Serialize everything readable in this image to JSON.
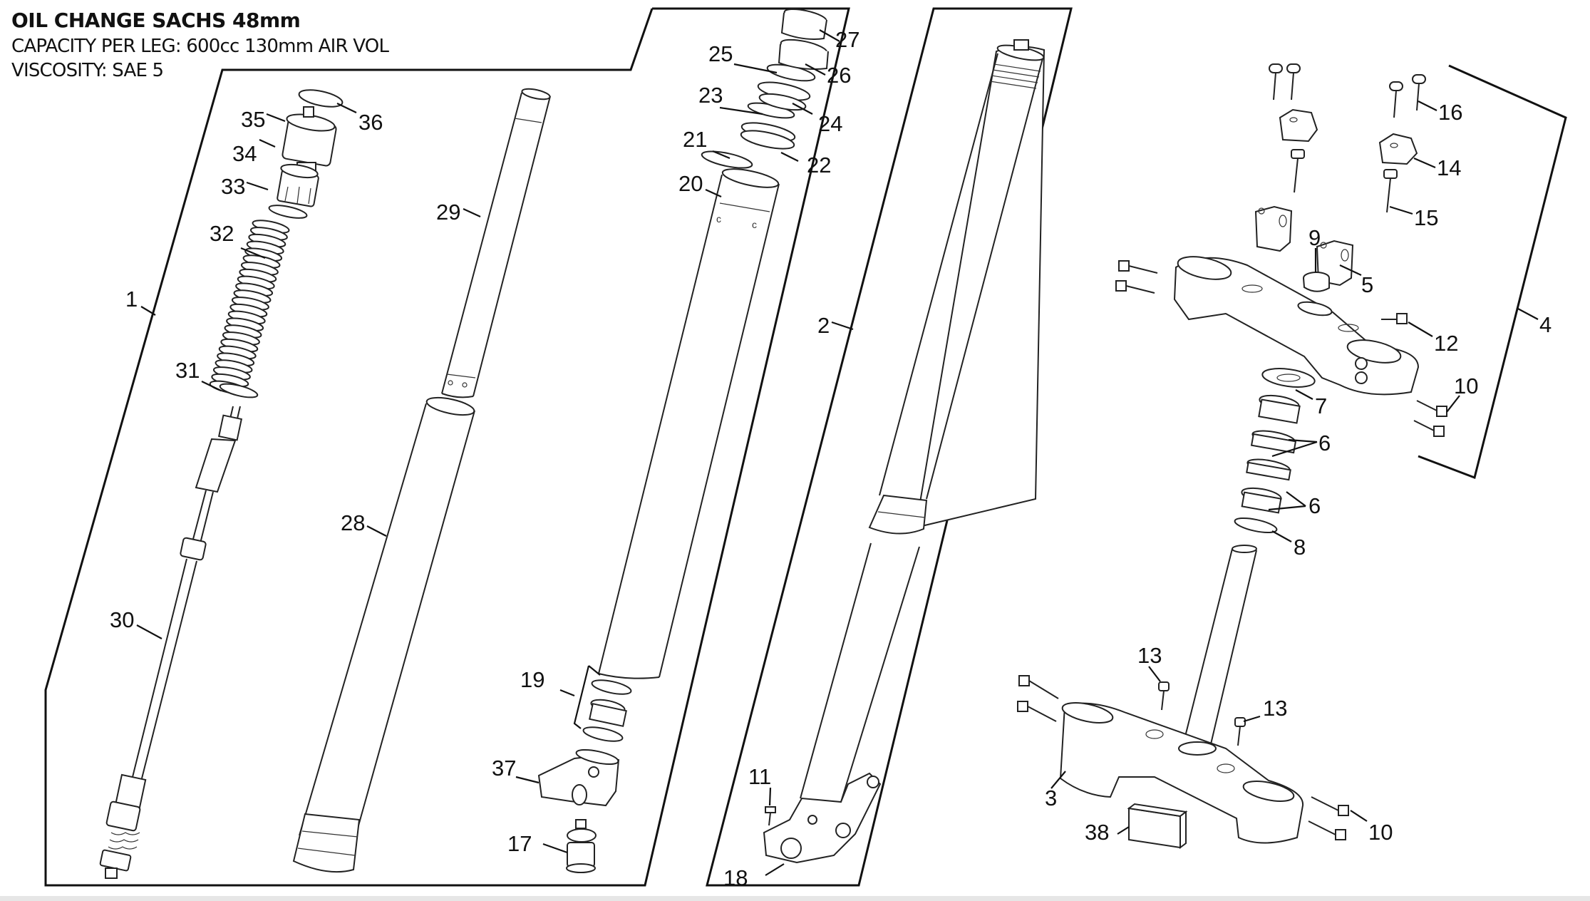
{
  "header": {
    "title": "OIL CHANGE SACHS 48mm",
    "capacity": "CAPACITY PER LEG: 600cc 130mm AIR VOL",
    "viscosity": "VISCOSITY: SAE 5"
  },
  "callouts": {
    "c1": "1",
    "c2": "2",
    "c3": "3",
    "c4": "4",
    "c5": "5",
    "c6a": "6",
    "c6b": "6",
    "c7": "7",
    "c8": "8",
    "c9": "9",
    "c10a": "10",
    "c10b": "10",
    "c11": "11",
    "c12": "12",
    "c13a": "13",
    "c13b": "13",
    "c14": "14",
    "c15": "15",
    "c16": "16",
    "c17": "17",
    "c18": "18",
    "c19": "19",
    "c20": "20",
    "c21": "21",
    "c22": "22",
    "c23": "23",
    "c24": "24",
    "c25": "25",
    "c26": "26",
    "c27": "27",
    "c28": "28",
    "c29": "29",
    "c30": "30",
    "c31": "31",
    "c32": "32",
    "c33": "33",
    "c34": "34",
    "c35": "35",
    "c36": "36",
    "c37": "37",
    "c38": "38"
  }
}
